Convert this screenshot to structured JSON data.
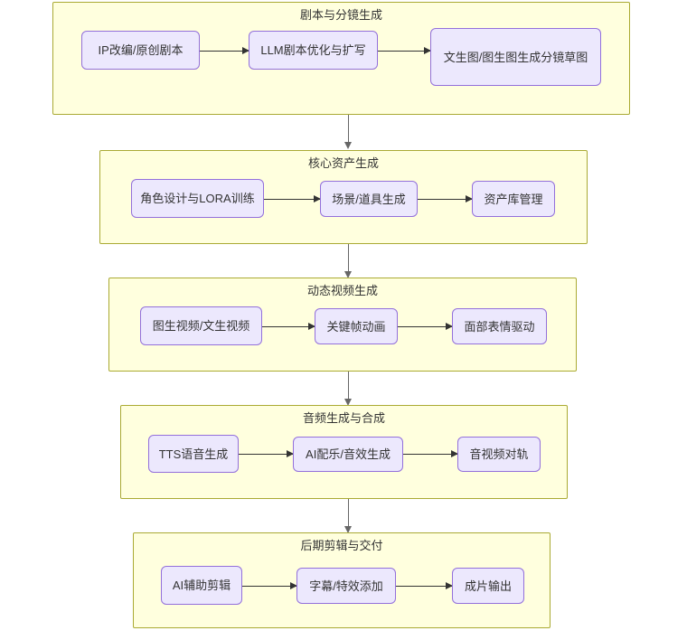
{
  "diagram": {
    "type": "flowchart",
    "orientation": "top-to-bottom stages, left-to-right steps",
    "colors": {
      "subgraph_fill": "#ffffde",
      "subgraph_border": "#aaaa33",
      "node_fill": "#ece8fd",
      "node_border": "#9370db",
      "edge_horizontal": "#333333",
      "edge_vertical": "#666666",
      "text": "#333333"
    },
    "stages": [
      {
        "id": "stage-1",
        "title": "剧本与分镜生成",
        "nodes": [
          {
            "id": "n1-1",
            "label": "IP改编/原创剧本"
          },
          {
            "id": "n1-2",
            "label": "LLM剧本优化与扩写"
          },
          {
            "id": "n1-3",
            "label": "文生图/图生图生成分镜草图"
          }
        ]
      },
      {
        "id": "stage-2",
        "title": "核心资产生成",
        "nodes": [
          {
            "id": "n2-1",
            "label": "角色设计与LORA训练"
          },
          {
            "id": "n2-2",
            "label": "场景/道具生成"
          },
          {
            "id": "n2-3",
            "label": "资产库管理"
          }
        ]
      },
      {
        "id": "stage-3",
        "title": "动态视频生成",
        "nodes": [
          {
            "id": "n3-1",
            "label": "图生视频/文生视频"
          },
          {
            "id": "n3-2",
            "label": "关键帧动画"
          },
          {
            "id": "n3-3",
            "label": "面部表情驱动"
          }
        ]
      },
      {
        "id": "stage-4",
        "title": "音频生成与合成",
        "nodes": [
          {
            "id": "n4-1",
            "label": "TTS语音生成"
          },
          {
            "id": "n4-2",
            "label": "AI配乐/音效生成"
          },
          {
            "id": "n4-3",
            "label": "音视频对轨"
          }
        ]
      },
      {
        "id": "stage-5",
        "title": "后期剪辑与交付",
        "nodes": [
          {
            "id": "n5-1",
            "label": "AI辅助剪辑"
          },
          {
            "id": "n5-2",
            "label": "字幕/特效添加"
          },
          {
            "id": "n5-3",
            "label": "成片输出"
          }
        ]
      }
    ]
  }
}
